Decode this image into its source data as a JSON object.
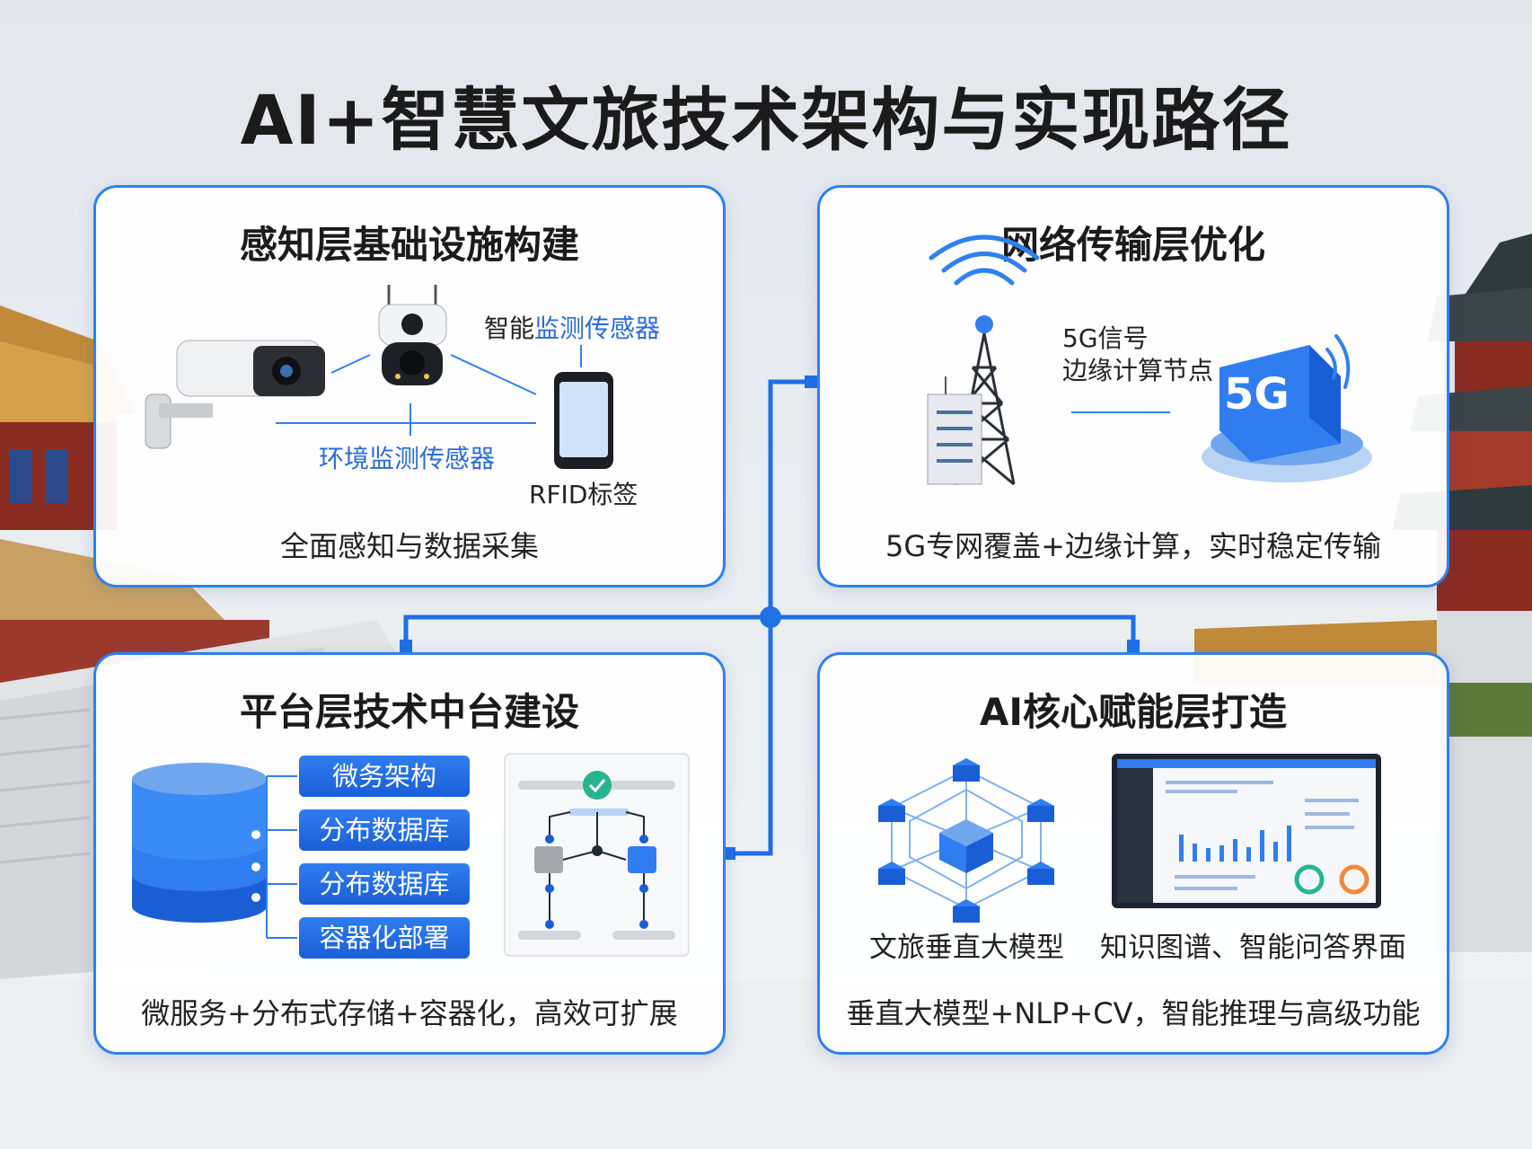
{
  "title": "AI+智慧文旅技术架构与实现路径",
  "colors": {
    "accent": "#2f80ed",
    "connector": "#1f6fe5",
    "title": "#1b1b1b"
  },
  "perception": {
    "title": "感知层基础设施构建",
    "labels": {
      "smart_sensor": "智能监测传感器",
      "env_sensor": "环境监测传感器",
      "rfid": "RFID标签"
    },
    "caption": "全面感知与数据采集"
  },
  "network": {
    "title": "网络传输层优化",
    "labels": {
      "signal": "5G信号",
      "edge": "边缘计算节点",
      "badge": "5G"
    },
    "caption": "5G专网覆盖+边缘计算，实时稳定传输"
  },
  "platform": {
    "title": "平台层技术中台建设",
    "modules": [
      "微务架构",
      "分布数据库",
      "分布数据库",
      "容器化部署"
    ],
    "caption": "微服务+分布式存储+容器化，高效可扩展"
  },
  "ai": {
    "title": "AI核心赋能层打造",
    "labels": {
      "model": "文旅垂直大模型",
      "kg": "知识图谱、智能问答界面"
    },
    "caption": "垂直大模型+NLP+CV，智能推理与高级功能"
  }
}
